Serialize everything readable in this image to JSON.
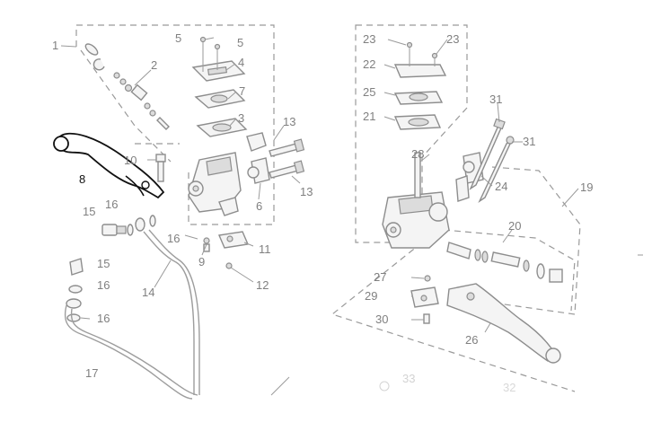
{
  "callouts": [
    {
      "id": "c1",
      "text": "1"
    },
    {
      "id": "c2",
      "text": "2"
    },
    {
      "id": "c3",
      "text": "3"
    },
    {
      "id": "c4",
      "text": "4"
    },
    {
      "id": "c5a",
      "text": "5"
    },
    {
      "id": "c5b",
      "text": "5"
    },
    {
      "id": "c6",
      "text": "6"
    },
    {
      "id": "c7",
      "text": "7"
    },
    {
      "id": "c8",
      "text": "8"
    },
    {
      "id": "c9",
      "text": "9"
    },
    {
      "id": "c10",
      "text": "10"
    },
    {
      "id": "c11",
      "text": "11"
    },
    {
      "id": "c12",
      "text": "12"
    },
    {
      "id": "c13a",
      "text": "13"
    },
    {
      "id": "c13b",
      "text": "13"
    },
    {
      "id": "c14",
      "text": "14"
    },
    {
      "id": "c15a",
      "text": "15"
    },
    {
      "id": "c15b",
      "text": "15"
    },
    {
      "id": "c16a",
      "text": "16"
    },
    {
      "id": "c16b",
      "text": "16"
    },
    {
      "id": "c16c",
      "text": "16"
    },
    {
      "id": "c16d",
      "text": "16"
    },
    {
      "id": "c17",
      "text": "17"
    },
    {
      "id": "c19",
      "text": "19"
    },
    {
      "id": "c20",
      "text": "20"
    },
    {
      "id": "c21",
      "text": "21"
    },
    {
      "id": "c22",
      "text": "22"
    },
    {
      "id": "c23a",
      "text": "23"
    },
    {
      "id": "c23b",
      "text": "23"
    },
    {
      "id": "c24",
      "text": "24"
    },
    {
      "id": "c25",
      "text": "25"
    },
    {
      "id": "c26",
      "text": "26"
    },
    {
      "id": "c27",
      "text": "27"
    },
    {
      "id": "c28",
      "text": "28"
    },
    {
      "id": "c29",
      "text": "29"
    },
    {
      "id": "c30",
      "text": "30"
    },
    {
      "id": "c31a",
      "text": "31"
    },
    {
      "id": "c31b",
      "text": "31"
    },
    {
      "id": "c33",
      "text": "33"
    },
    {
      "id": "c32",
      "text": "32"
    }
  ],
  "colors": {
    "line": "#8d8d8d",
    "label": "#808080",
    "highlight": "#111111"
  }
}
